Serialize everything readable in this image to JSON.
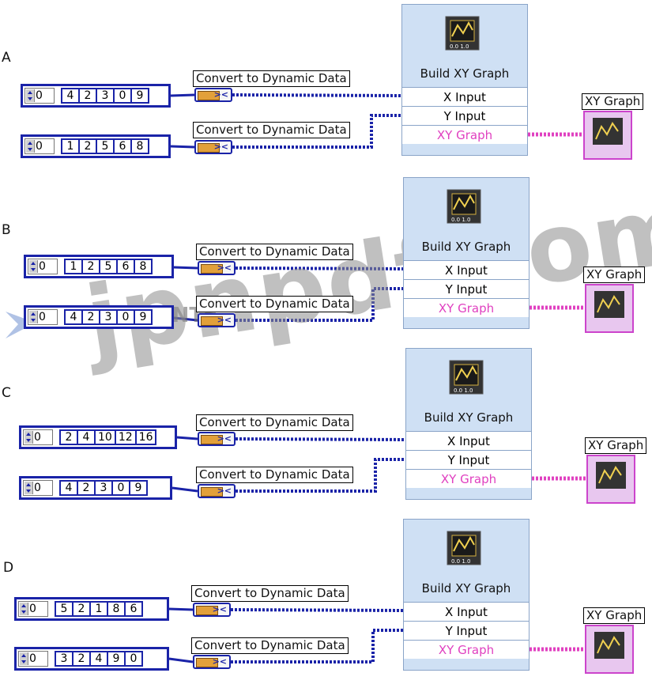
{
  "options": [
    {
      "letter": "A",
      "rows": [
        {
          "index": "0",
          "values": [
            "4",
            "2",
            "3",
            "0",
            "9"
          ],
          "node_label": "Convert to Dynamic Data"
        },
        {
          "index": "0",
          "values": [
            "1",
            "2",
            "5",
            "6",
            "8"
          ],
          "node_label": "Convert to Dynamic Data"
        }
      ],
      "build_title": "Build XY Graph",
      "x_input": "X Input",
      "y_input": "Y Input",
      "xy_graph": "XY Graph",
      "graph_label": "XY Graph"
    },
    {
      "letter": "B",
      "rows": [
        {
          "index": "0",
          "values": [
            "1",
            "2",
            "5",
            "6",
            "8"
          ],
          "node_label": "Convert to Dynamic Data"
        },
        {
          "index": "0",
          "values": [
            "4",
            "2",
            "3",
            "0",
            "9"
          ],
          "node_label": "Convert to Dynamic Data"
        }
      ],
      "build_title": "Build XY Graph",
      "x_input": "X Input",
      "y_input": "Y Input",
      "xy_graph": "XY Graph",
      "graph_label": "XY Graph"
    },
    {
      "letter": "C",
      "rows": [
        {
          "index": "0",
          "values": [
            "2",
            "4",
            "10",
            "12",
            "16"
          ],
          "node_label": "Convert to Dynamic Data"
        },
        {
          "index": "0",
          "values": [
            "4",
            "2",
            "3",
            "0",
            "9"
          ],
          "node_label": "Convert to Dynamic Data"
        }
      ],
      "build_title": "Build XY Graph",
      "x_input": "X Input",
      "y_input": "Y Input",
      "xy_graph": "XY Graph",
      "graph_label": "XY Graph"
    },
    {
      "letter": "D",
      "rows": [
        {
          "index": "0",
          "values": [
            "5",
            "2",
            "1",
            "8",
            "6"
          ],
          "node_label": "Convert to Dynamic Data"
        },
        {
          "index": "0",
          "values": [
            "3",
            "2",
            "4",
            "9",
            "0"
          ],
          "node_label": "Convert to Dynamic Data"
        }
      ],
      "build_title": "Build XY Graph",
      "x_input": "X Input",
      "y_input": "Y Input",
      "xy_graph": "XY Graph",
      "graph_label": "XY Graph"
    }
  ],
  "watermark": {
    "text": "jpnpdf.com",
    "logo_text": "INSTRUMENTS"
  },
  "colors": {
    "array_border": "#1a23a8",
    "wire_dynamic": "#1a23a8",
    "wire_xy": "#e040c0",
    "express_bg": "#cfe0f4"
  }
}
